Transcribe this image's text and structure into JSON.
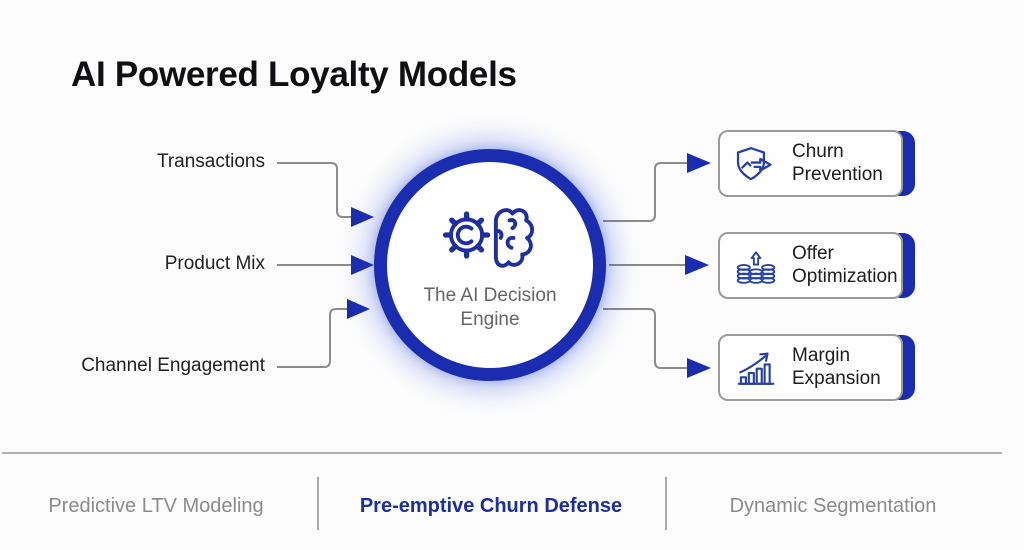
{
  "title": "AI Powered Loyalty Models",
  "colors": {
    "primary_blue": "#1a2cb0",
    "tab_active_blue": "#1b2f9e",
    "icon_blue": "#2742a5",
    "line_gray": "#8c8c8c",
    "engine_text_gray": "#666666"
  },
  "inputs": [
    {
      "label": "Transactions"
    },
    {
      "label": "Product Mix"
    },
    {
      "label": "Channel Engagement"
    }
  ],
  "engine": {
    "label": "The AI Decision Engine",
    "icon": "gear-brain-icon"
  },
  "outputs": [
    {
      "label": "Churn Prevention",
      "icon": "shield-arrow-icon"
    },
    {
      "label": "Offer Optimization",
      "icon": "coins-up-icon"
    },
    {
      "label": "Margin Expansion",
      "icon": "chart-up-icon"
    }
  ],
  "tabs": [
    {
      "label": "Predictive LTV Modeling",
      "active": false
    },
    {
      "label": "Pre-emptive Churn Defense",
      "active": true
    },
    {
      "label": "Dynamic Segmentation",
      "active": false
    }
  ]
}
